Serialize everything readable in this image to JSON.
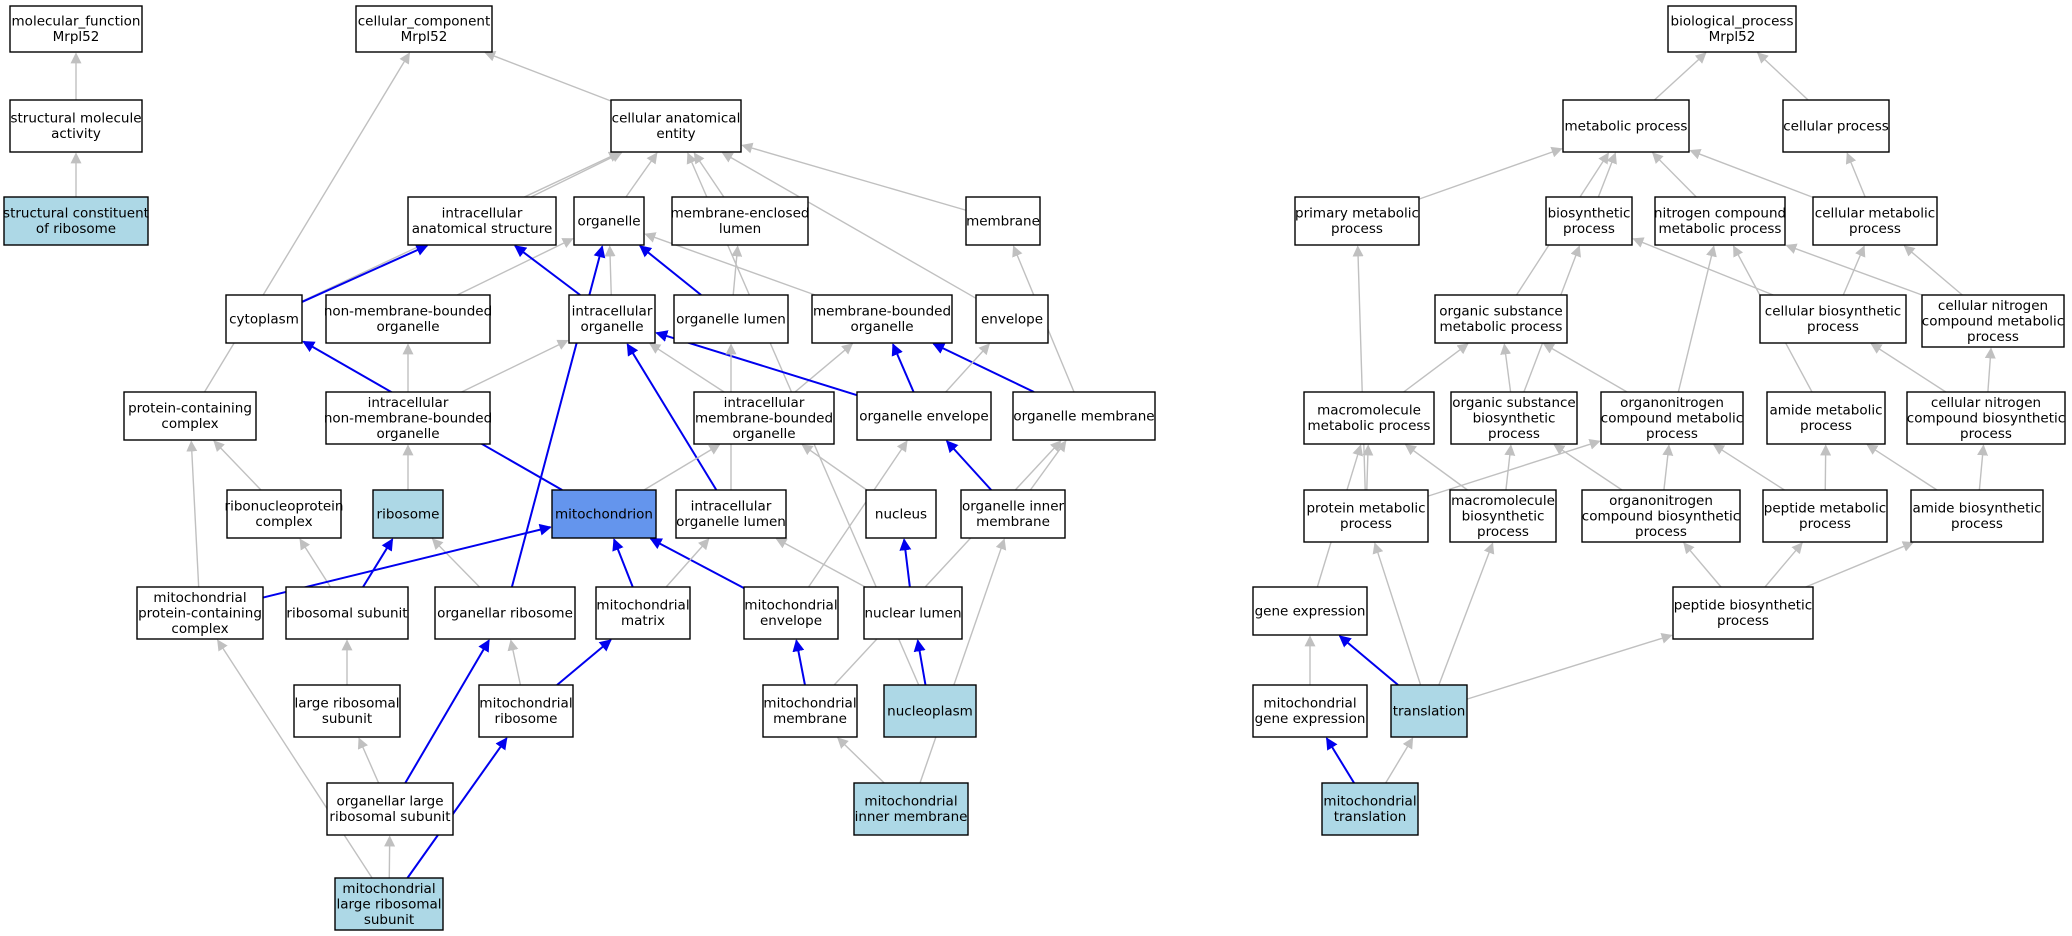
{
  "colors": {
    "default_fill": "#ffffff",
    "annotated_fill": "#add8e6",
    "focus_fill": "#6495ed",
    "is_a_edge": "#c0c0c0",
    "part_of_edge": "#0000ee"
  },
  "nodes": {
    "mf_root": {
      "lines": [
        "molecular_function",
        "Mrpl52"
      ],
      "kind": "default"
    },
    "struct_mol_activity": {
      "lines": [
        "structural molecule",
        "activity"
      ],
      "kind": "default"
    },
    "struct_const_ribosome": {
      "lines": [
        "structural constituent",
        "of ribosome"
      ],
      "kind": "annotated"
    },
    "cc_root": {
      "lines": [
        "cellular_component",
        "Mrpl52"
      ],
      "kind": "default"
    },
    "cellular_anatomical_entity": {
      "lines": [
        "cellular anatomical",
        "entity"
      ],
      "kind": "default"
    },
    "intracellular_anatomical_structure": {
      "lines": [
        "intracellular",
        "anatomical structure"
      ],
      "kind": "default"
    },
    "organelle": {
      "lines": [
        "organelle"
      ],
      "kind": "default"
    },
    "membrane_enclosed_lumen": {
      "lines": [
        "membrane-enclosed",
        "lumen"
      ],
      "kind": "default"
    },
    "membrane": {
      "lines": [
        "membrane"
      ],
      "kind": "default"
    },
    "cytoplasm": {
      "lines": [
        "cytoplasm"
      ],
      "kind": "default"
    },
    "non_membrane_bounded_organelle": {
      "lines": [
        "non-membrane-bounded",
        "organelle"
      ],
      "kind": "default"
    },
    "intracellular_organelle": {
      "lines": [
        "intracellular",
        "organelle"
      ],
      "kind": "default"
    },
    "organelle_lumen": {
      "lines": [
        "organelle lumen"
      ],
      "kind": "default"
    },
    "membrane_bounded_organelle": {
      "lines": [
        "membrane-bounded",
        "organelle"
      ],
      "kind": "default"
    },
    "envelope": {
      "lines": [
        "envelope"
      ],
      "kind": "default"
    },
    "protein_containing_complex": {
      "lines": [
        "protein-containing",
        "complex"
      ],
      "kind": "default"
    },
    "intracellular_non_membrane_bounded_organelle": {
      "lines": [
        "intracellular",
        "non-membrane-bounded",
        "organelle"
      ],
      "kind": "default"
    },
    "intracellular_membrane_bounded_organelle": {
      "lines": [
        "intracellular",
        "membrane-bounded",
        "organelle"
      ],
      "kind": "default"
    },
    "organelle_envelope": {
      "lines": [
        "organelle envelope"
      ],
      "kind": "default"
    },
    "organelle_membrane": {
      "lines": [
        "organelle membrane"
      ],
      "kind": "default"
    },
    "ribonucleoprotein_complex": {
      "lines": [
        "ribonucleoprotein",
        "complex"
      ],
      "kind": "default"
    },
    "ribosome": {
      "lines": [
        "ribosome"
      ],
      "kind": "annotated"
    },
    "mitochondrion": {
      "lines": [
        "mitochondrion"
      ],
      "kind": "focus"
    },
    "intracellular_organelle_lumen": {
      "lines": [
        "intracellular",
        "organelle lumen"
      ],
      "kind": "default"
    },
    "nucleus": {
      "lines": [
        "nucleus"
      ],
      "kind": "default"
    },
    "organelle_inner_membrane": {
      "lines": [
        "organelle inner",
        "membrane"
      ],
      "kind": "default"
    },
    "mito_protein_containing_complex": {
      "lines": [
        "mitochondrial",
        "protein-containing",
        "complex"
      ],
      "kind": "default"
    },
    "ribosomal_subunit": {
      "lines": [
        "ribosomal subunit"
      ],
      "kind": "default"
    },
    "organellar_ribosome": {
      "lines": [
        "organellar ribosome"
      ],
      "kind": "default"
    },
    "mitochondrial_matrix": {
      "lines": [
        "mitochondrial",
        "matrix"
      ],
      "kind": "default"
    },
    "mitochondrial_envelope": {
      "lines": [
        "mitochondrial",
        "envelope"
      ],
      "kind": "default"
    },
    "nuclear_lumen": {
      "lines": [
        "nuclear lumen"
      ],
      "kind": "default"
    },
    "large_ribosomal_subunit": {
      "lines": [
        "large ribosomal",
        "subunit"
      ],
      "kind": "default"
    },
    "mitochondrial_ribosome": {
      "lines": [
        "mitochondrial",
        "ribosome"
      ],
      "kind": "default"
    },
    "mitochondrial_membrane": {
      "lines": [
        "mitochondrial",
        "membrane"
      ],
      "kind": "default"
    },
    "nucleoplasm": {
      "lines": [
        "nucleoplasm"
      ],
      "kind": "annotated"
    },
    "organellar_large_ribosomal_subunit": {
      "lines": [
        "organellar large",
        "ribosomal subunit"
      ],
      "kind": "default"
    },
    "mitochondrial_inner_membrane": {
      "lines": [
        "mitochondrial",
        "inner membrane"
      ],
      "kind": "annotated"
    },
    "mito_large_ribosomal_subunit": {
      "lines": [
        "mitochondrial",
        "large ribosomal",
        "subunit"
      ],
      "kind": "annotated"
    },
    "bp_root": {
      "lines": [
        "biological_process",
        "Mrpl52"
      ],
      "kind": "default"
    },
    "metabolic_process": {
      "lines": [
        "metabolic process"
      ],
      "kind": "default"
    },
    "cellular_process": {
      "lines": [
        "cellular process"
      ],
      "kind": "default"
    },
    "primary_metabolic_process": {
      "lines": [
        "primary metabolic",
        "process"
      ],
      "kind": "default"
    },
    "biosynthetic_process": {
      "lines": [
        "biosynthetic",
        "process"
      ],
      "kind": "default"
    },
    "nitrogen_compound_metabolic_process": {
      "lines": [
        "nitrogen compound",
        "metabolic process"
      ],
      "kind": "default"
    },
    "cellular_metabolic_process": {
      "lines": [
        "cellular metabolic",
        "process"
      ],
      "kind": "default"
    },
    "organic_substance_metabolic_process": {
      "lines": [
        "organic substance",
        "metabolic process"
      ],
      "kind": "default"
    },
    "cellular_biosynthetic_process": {
      "lines": [
        "cellular biosynthetic",
        "process"
      ],
      "kind": "default"
    },
    "cellular_nitrogen_compound_metabolic_process": {
      "lines": [
        "cellular nitrogen",
        "compound metabolic",
        "process"
      ],
      "kind": "default"
    },
    "macromolecule_metabolic_process": {
      "lines": [
        "macromolecule",
        "metabolic process"
      ],
      "kind": "default"
    },
    "organic_substance_biosynthetic_process": {
      "lines": [
        "organic substance",
        "biosynthetic",
        "process"
      ],
      "kind": "default"
    },
    "organonitrogen_compound_metabolic_process": {
      "lines": [
        "organonitrogen",
        "compound metabolic",
        "process"
      ],
      "kind": "default"
    },
    "amide_metabolic_process": {
      "lines": [
        "amide metabolic",
        "process"
      ],
      "kind": "default"
    },
    "cellular_nitrogen_compound_biosynthetic_process": {
      "lines": [
        "cellular nitrogen",
        "compound biosynthetic",
        "process"
      ],
      "kind": "default"
    },
    "protein_metabolic_process": {
      "lines": [
        "protein metabolic",
        "process"
      ],
      "kind": "default"
    },
    "macromolecule_biosynthetic_process": {
      "lines": [
        "macromolecule",
        "biosynthetic",
        "process"
      ],
      "kind": "default"
    },
    "organonitrogen_compound_biosynthetic_process": {
      "lines": [
        "organonitrogen",
        "compound biosynthetic",
        "process"
      ],
      "kind": "default"
    },
    "peptide_metabolic_process": {
      "lines": [
        "peptide metabolic",
        "process"
      ],
      "kind": "default"
    },
    "amide_biosynthetic_process": {
      "lines": [
        "amide biosynthetic",
        "process"
      ],
      "kind": "default"
    },
    "gene_expression": {
      "lines": [
        "gene expression"
      ],
      "kind": "default"
    },
    "peptide_biosynthetic_process": {
      "lines": [
        "peptide biosynthetic",
        "process"
      ],
      "kind": "default"
    },
    "mitochondrial_gene_expression": {
      "lines": [
        "mitochondrial",
        "gene expression"
      ],
      "kind": "default"
    },
    "translation": {
      "lines": [
        "translation"
      ],
      "kind": "annotated"
    },
    "mitochondrial_translation": {
      "lines": [
        "mitochondrial",
        "translation"
      ],
      "kind": "annotated"
    }
  },
  "edges": [
    [
      "struct_mol_activity",
      "mf_root",
      "is_a"
    ],
    [
      "struct_const_ribosome",
      "struct_mol_activity",
      "is_a"
    ],
    [
      "cellular_anatomical_entity",
      "cc_root",
      "is_a"
    ],
    [
      "protein_containing_complex",
      "cc_root",
      "is_a"
    ],
    [
      "intracellular_anatomical_structure",
      "cellular_anatomical_entity",
      "is_a"
    ],
    [
      "organelle",
      "cellular_anatomical_entity",
      "is_a"
    ],
    [
      "membrane_enclosed_lumen",
      "cellular_anatomical_entity",
      "is_a"
    ],
    [
      "membrane",
      "cellular_anatomical_entity",
      "is_a"
    ],
    [
      "cytoplasm",
      "cellular_anatomical_entity",
      "is_a"
    ],
    [
      "envelope",
      "cellular_anatomical_entity",
      "is_a"
    ],
    [
      "nucleoplasm",
      "cellular_anatomical_entity",
      "is_a"
    ],
    [
      "cytoplasm",
      "intracellular_anatomical_structure",
      "part_of"
    ],
    [
      "non_membrane_bounded_organelle",
      "organelle",
      "is_a"
    ],
    [
      "intracellular_organelle",
      "organelle",
      "is_a"
    ],
    [
      "membrane_bounded_organelle",
      "organelle",
      "is_a"
    ],
    [
      "organelle_lumen",
      "organelle",
      "part_of"
    ],
    [
      "organellar_ribosome",
      "organelle",
      "part_of"
    ],
    [
      "intracellular_organelle",
      "intracellular_anatomical_structure",
      "part_of"
    ],
    [
      "organelle_lumen",
      "membrane_enclosed_lumen",
      "is_a"
    ],
    [
      "organelle_membrane",
      "membrane",
      "is_a"
    ],
    [
      "intracellular_non_membrane_bounded_organelle",
      "non_membrane_bounded_organelle",
      "is_a"
    ],
    [
      "intracellular_non_membrane_bounded_organelle",
      "intracellular_organelle",
      "is_a"
    ],
    [
      "intracellular_membrane_bounded_organelle",
      "intracellular_organelle",
      "is_a"
    ],
    [
      "intracellular_membrane_bounded_organelle",
      "membrane_bounded_organelle",
      "is_a"
    ],
    [
      "organelle_envelope",
      "intracellular_organelle",
      "part_of"
    ],
    [
      "organelle_envelope",
      "membrane_bounded_organelle",
      "part_of"
    ],
    [
      "organelle_membrane",
      "membrane_bounded_organelle",
      "part_of"
    ],
    [
      "organelle_envelope",
      "envelope",
      "is_a"
    ],
    [
      "intracellular_organelle_lumen",
      "organelle_lumen",
      "is_a"
    ],
    [
      "intracellular_organelle_lumen",
      "intracellular_organelle",
      "part_of"
    ],
    [
      "ribonucleoprotein_complex",
      "protein_containing_complex",
      "is_a"
    ],
    [
      "mito_protein_containing_complex",
      "protein_containing_complex",
      "is_a"
    ],
    [
      "ribosome",
      "intracellular_non_membrane_bounded_organelle",
      "is_a"
    ],
    [
      "mitochondrion",
      "intracellular_membrane_bounded_organelle",
      "is_a"
    ],
    [
      "mitochondrion",
      "cytoplasm",
      "part_of"
    ],
    [
      "nucleus",
      "intracellular_membrane_bounded_organelle",
      "is_a"
    ],
    [
      "organelle_inner_membrane",
      "organelle_membrane",
      "is_a"
    ],
    [
      "organelle_inner_membrane",
      "organelle_envelope",
      "part_of"
    ],
    [
      "mitochondrial_envelope",
      "organelle_envelope",
      "is_a"
    ],
    [
      "mitochondrial_envelope",
      "mitochondrion",
      "part_of"
    ],
    [
      "mitochondrial_matrix",
      "intracellular_organelle_lumen",
      "is_a"
    ],
    [
      "mitochondrial_matrix",
      "mitochondrion",
      "part_of"
    ],
    [
      "nuclear_lumen",
      "intracellular_organelle_lumen",
      "is_a"
    ],
    [
      "nuclear_lumen",
      "nucleus",
      "part_of"
    ],
    [
      "ribosomal_subunit",
      "ribonucleoprotein_complex",
      "is_a"
    ],
    [
      "ribosomal_subunit",
      "ribosome",
      "part_of"
    ],
    [
      "organellar_ribosome",
      "ribosome",
      "is_a"
    ],
    [
      "mito_protein_containing_complex",
      "mitochondrion",
      "part_of"
    ],
    [
      "large_ribosomal_subunit",
      "ribosomal_subunit",
      "is_a"
    ],
    [
      "mitochondrial_ribosome",
      "organellar_ribosome",
      "is_a"
    ],
    [
      "mitochondrial_ribosome",
      "mitochondrial_matrix",
      "part_of"
    ],
    [
      "mitochondrial_membrane",
      "organelle_membrane",
      "is_a"
    ],
    [
      "mitochondrial_membrane",
      "mitochondrial_envelope",
      "part_of"
    ],
    [
      "nucleoplasm",
      "nuclear_lumen",
      "part_of"
    ],
    [
      "organellar_large_ribosomal_subunit",
      "large_ribosomal_subunit",
      "is_a"
    ],
    [
      "organellar_large_ribosomal_subunit",
      "organellar_ribosome",
      "part_of"
    ],
    [
      "mitochondrial_inner_membrane",
      "mitochondrial_membrane",
      "is_a"
    ],
    [
      "mitochondrial_inner_membrane",
      "organelle_inner_membrane",
      "is_a"
    ],
    [
      "mito_large_ribosomal_subunit",
      "organellar_large_ribosomal_subunit",
      "is_a"
    ],
    [
      "mito_large_ribosomal_subunit",
      "mito_protein_containing_complex",
      "is_a"
    ],
    [
      "mito_large_ribosomal_subunit",
      "mitochondrial_ribosome",
      "part_of"
    ],
    [
      "metabolic_process",
      "bp_root",
      "is_a"
    ],
    [
      "cellular_process",
      "bp_root",
      "is_a"
    ],
    [
      "primary_metabolic_process",
      "metabolic_process",
      "is_a"
    ],
    [
      "biosynthetic_process",
      "metabolic_process",
      "is_a"
    ],
    [
      "nitrogen_compound_metabolic_process",
      "metabolic_process",
      "is_a"
    ],
    [
      "cellular_metabolic_process",
      "metabolic_process",
      "is_a"
    ],
    [
      "organic_substance_metabolic_process",
      "metabolic_process",
      "is_a"
    ],
    [
      "cellular_metabolic_process",
      "cellular_process",
      "is_a"
    ],
    [
      "cellular_biosynthetic_process",
      "biosynthetic_process",
      "is_a"
    ],
    [
      "cellular_biosynthetic_process",
      "cellular_metabolic_process",
      "is_a"
    ],
    [
      "cellular_nitrogen_compound_metabolic_process",
      "nitrogen_compound_metabolic_process",
      "is_a"
    ],
    [
      "cellular_nitrogen_compound_metabolic_process",
      "cellular_metabolic_process",
      "is_a"
    ],
    [
      "macromolecule_metabolic_process",
      "organic_substance_metabolic_process",
      "is_a"
    ],
    [
      "organic_substance_biosynthetic_process",
      "organic_substance_metabolic_process",
      "is_a"
    ],
    [
      "organic_substance_biosynthetic_process",
      "biosynthetic_process",
      "is_a"
    ],
    [
      "organonitrogen_compound_metabolic_process",
      "organic_substance_metabolic_process",
      "is_a"
    ],
    [
      "organonitrogen_compound_metabolic_process",
      "nitrogen_compound_metabolic_process",
      "is_a"
    ],
    [
      "amide_metabolic_process",
      "nitrogen_compound_metabolic_process",
      "is_a"
    ],
    [
      "cellular_nitrogen_compound_biosynthetic_process",
      "cellular_nitrogen_compound_metabolic_process",
      "is_a"
    ],
    [
      "cellular_nitrogen_compound_biosynthetic_process",
      "cellular_biosynthetic_process",
      "is_a"
    ],
    [
      "protein_metabolic_process",
      "macromolecule_metabolic_process",
      "is_a"
    ],
    [
      "protein_metabolic_process",
      "organonitrogen_compound_metabolic_process",
      "is_a"
    ],
    [
      "protein_metabolic_process",
      "primary_metabolic_process",
      "is_a"
    ],
    [
      "macromolecule_biosynthetic_process",
      "macromolecule_metabolic_process",
      "is_a"
    ],
    [
      "macromolecule_biosynthetic_process",
      "organic_substance_biosynthetic_process",
      "is_a"
    ],
    [
      "organonitrogen_compound_biosynthetic_process",
      "organonitrogen_compound_metabolic_process",
      "is_a"
    ],
    [
      "organonitrogen_compound_biosynthetic_process",
      "organic_substance_biosynthetic_process",
      "is_a"
    ],
    [
      "peptide_metabolic_process",
      "organonitrogen_compound_metabolic_process",
      "is_a"
    ],
    [
      "peptide_metabolic_process",
      "amide_metabolic_process",
      "is_a"
    ],
    [
      "amide_biosynthetic_process",
      "amide_metabolic_process",
      "is_a"
    ],
    [
      "amide_biosynthetic_process",
      "cellular_nitrogen_compound_biosynthetic_process",
      "is_a"
    ],
    [
      "gene_expression",
      "macromolecule_metabolic_process",
      "is_a"
    ],
    [
      "peptide_biosynthetic_process",
      "peptide_metabolic_process",
      "is_a"
    ],
    [
      "peptide_biosynthetic_process",
      "amide_biosynthetic_process",
      "is_a"
    ],
    [
      "peptide_biosynthetic_process",
      "organonitrogen_compound_biosynthetic_process",
      "is_a"
    ],
    [
      "mitochondrial_gene_expression",
      "gene_expression",
      "is_a"
    ],
    [
      "translation",
      "peptide_biosynthetic_process",
      "is_a"
    ],
    [
      "translation",
      "protein_metabolic_process",
      "is_a"
    ],
    [
      "translation",
      "macromolecule_biosynthetic_process",
      "is_a"
    ],
    [
      "translation",
      "gene_expression",
      "part_of"
    ],
    [
      "mitochondrial_translation",
      "translation",
      "is_a"
    ],
    [
      "mitochondrial_translation",
      "mitochondrial_gene_expression",
      "part_of"
    ]
  ]
}
